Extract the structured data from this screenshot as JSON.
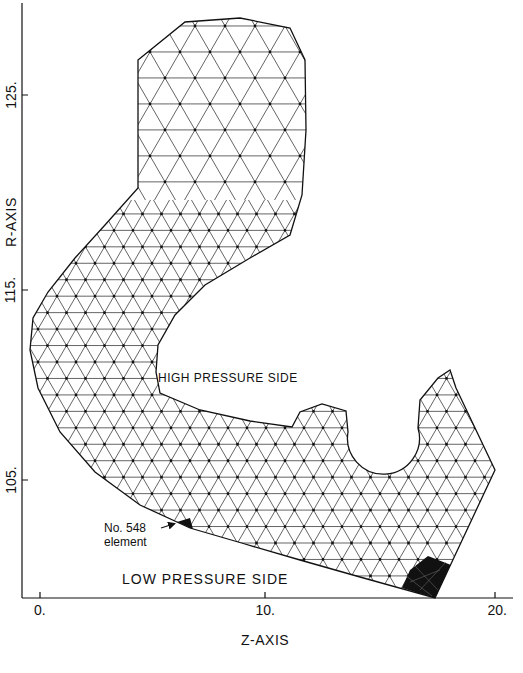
{
  "diagram": {
    "labels": [
      "125.",
      "115.",
      "105.",
      "R-AXIS",
      "0.",
      "10.",
      "20.",
      "Z-AXIS",
      "HIGH PRESSURE SIDE",
      "LOW PRESSURE SIDE",
      "No. 548 element"
    ]
  }
}
